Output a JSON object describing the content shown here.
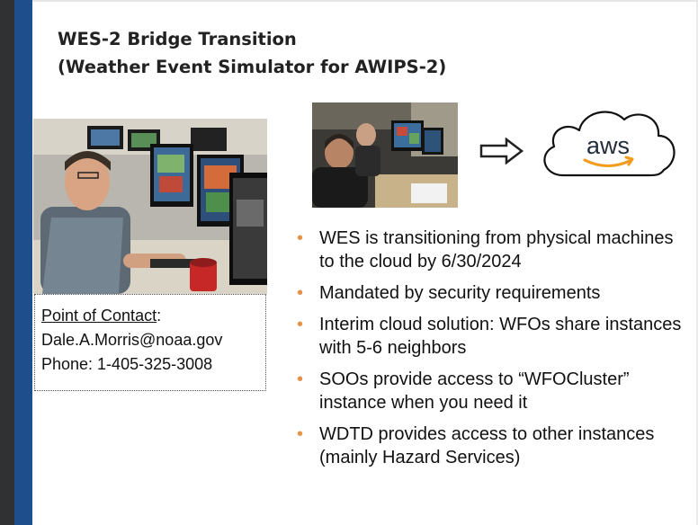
{
  "slide": {
    "title_line1": "WES-2 Bridge Transition",
    "title_line2": "(Weather Event Simulator for AWIPS-2)"
  },
  "contact": {
    "label": "Point of Contact",
    "colon": ":",
    "email": "Dale.A.Morris@noaa.gov",
    "phone": "Phone: 1-405-325-3008"
  },
  "logo": {
    "text": "aws"
  },
  "bullets": [
    {
      "text": "WES is transitioning from physical machines to the cloud by 6/30/2024"
    },
    {
      "text": "Mandated by security requirements"
    },
    {
      "text": "Interim cloud solution:  WFOs share instances with 5-6 neighbors"
    },
    {
      "text": "SOOs provide access to “WFOCluster” instance when you need it"
    },
    {
      "text": "WDTD provides access to other instances (mainly Hazard Services)"
    }
  ],
  "colors": {
    "accent_bar": "#1f4e8c",
    "bullet": "#e6934a",
    "aws_smile": "#f29b1c"
  },
  "icons": [
    "right-arrow-icon",
    "aws-cloud-icon"
  ]
}
